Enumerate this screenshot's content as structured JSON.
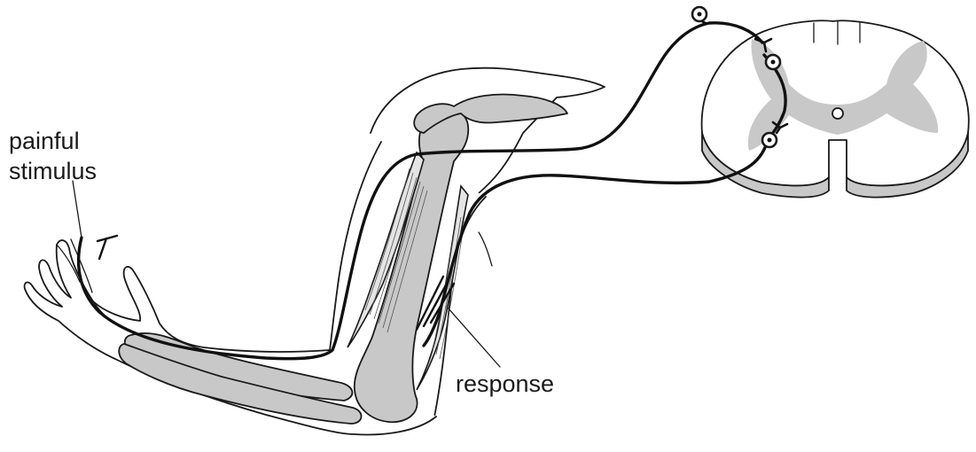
{
  "labels": {
    "stimulus_line1": "painful",
    "stimulus_line2": "stimulus",
    "response": "response"
  },
  "colors": {
    "line": "#1a1a1a",
    "grey_matter": "#c8c8c8",
    "background": "#ffffff"
  }
}
